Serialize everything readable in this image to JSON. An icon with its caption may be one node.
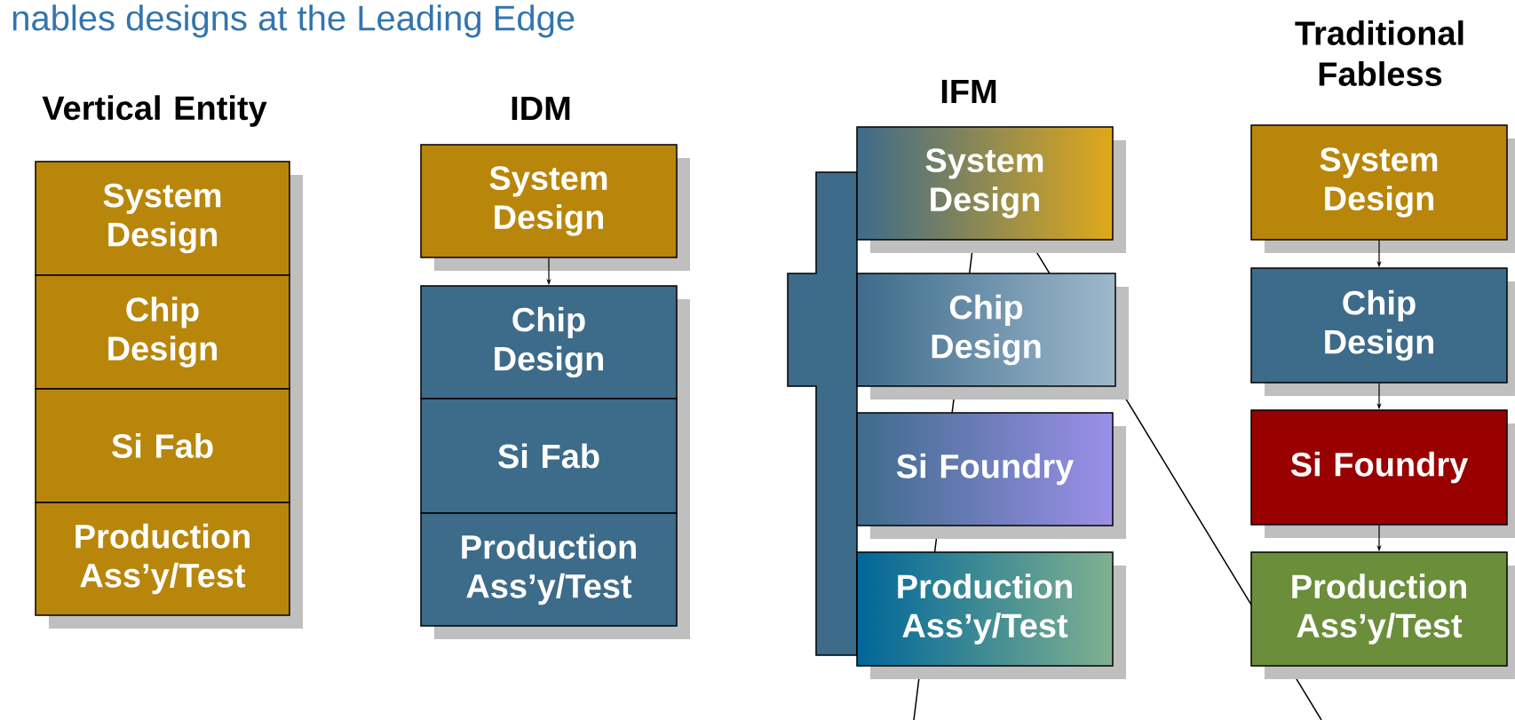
{
  "diagram": {
    "title": "nables designs at the Leading Edge",
    "nodes": [
      {
        "text": [
          "System Design"
        ]
      },
      {
        "text": [
          "Chip Design"
        ]
      },
      {
        "text": [
          "Si Fab"
        ]
      },
      {
        "text": [
          "Production Ass’y/Test"
        ]
      },
      {
        "text": [
          "System Design"
        ]
      },
      {
        "text": [
          "Chip Design"
        ]
      },
      {
        "text": [
          "Si Fab"
        ]
      },
      {
        "text": [
          "Production Ass’y/Test"
        ]
      },
      {
        "text": [
          "System Design"
        ]
      },
      {
        "text": [
          "Chip Design"
        ]
      },
      {
        "text": [
          "Si Foundry"
        ]
      },
      {
        "text": [
          "Production Ass’y/Test"
        ]
      },
      {
        "text": [
          "System Design"
        ]
      },
      {
        "text": [
          "Chip Design"
        ]
      },
      {
        "text": [
          "Si Foundry"
        ]
      },
      {
        "text": [
          "Production Ass’y/Test"
        ]
      },
      {
        "text": [],
        "shape": "bar"
      }
    ],
    "edges": [
      {
        "from": 4,
        "to": 5,
        "arrow": "to"
      },
      {
        "from": 12,
        "to": 13,
        "arrow": "to"
      },
      {
        "from": 13,
        "to": 14,
        "arrow": "to"
      },
      {
        "from": 14,
        "to": 15,
        "arrow": "to"
      }
    ],
    "labels": [
      "Vertical Entity",
      "IDM",
      "IFM",
      "Traditional Fabless"
    ]
  }
}
